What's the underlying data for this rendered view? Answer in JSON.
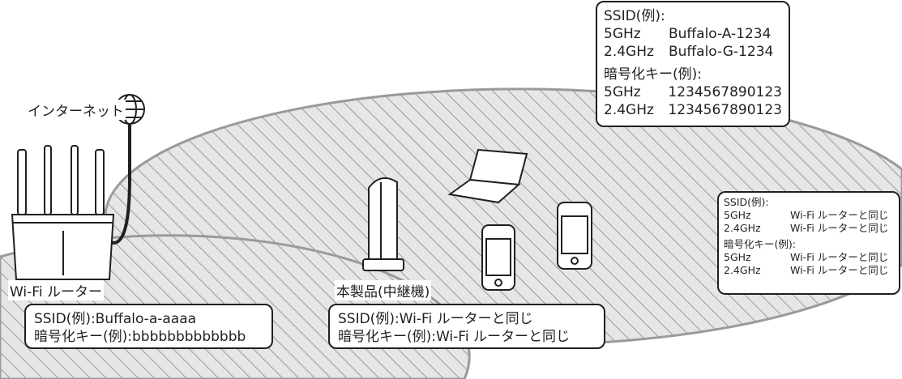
{
  "labels": {
    "internet": "インターネット",
    "router": "Wi-Fi ルーター",
    "extender": "本製品(中継機)"
  },
  "example_box_large": {
    "ssid_title": "SSID(例):",
    "ssid_rows": [
      {
        "band": "5GHz",
        "value": "Buffalo-A-1234"
      },
      {
        "band": "2.4GHz",
        "value": "Buffalo-G-1234"
      }
    ],
    "key_title": "暗号化キー(例):",
    "key_rows": [
      {
        "band": "5GHz",
        "value": "1234567890123"
      },
      {
        "band": "2.4GHz",
        "value": "1234567890123"
      }
    ]
  },
  "example_box_small": {
    "ssid_title": "SSID(例):",
    "ssid_rows": [
      {
        "band": "5GHz",
        "value": "Wi-Fi ルーターと同じ"
      },
      {
        "band": "2.4GHz",
        "value": "Wi-Fi ルーターと同じ"
      }
    ],
    "key_title": "暗号化キー(例):",
    "key_rows": [
      {
        "band": "5GHz",
        "value": "Wi-Fi ルーターと同じ"
      },
      {
        "band": "2.4GHz",
        "value": "Wi-Fi ルーターと同じ"
      }
    ]
  },
  "router_box": {
    "ssid": "SSID(例):Buffalo-a-aaaa",
    "key": "暗号化キー(例):bbbbbbbbbbbbb"
  },
  "extender_box": {
    "ssid": "SSID(例):Wi-Fi ルーターと同じ",
    "key": "暗号化キー(例):Wi-Fi ルーターと同じ"
  }
}
